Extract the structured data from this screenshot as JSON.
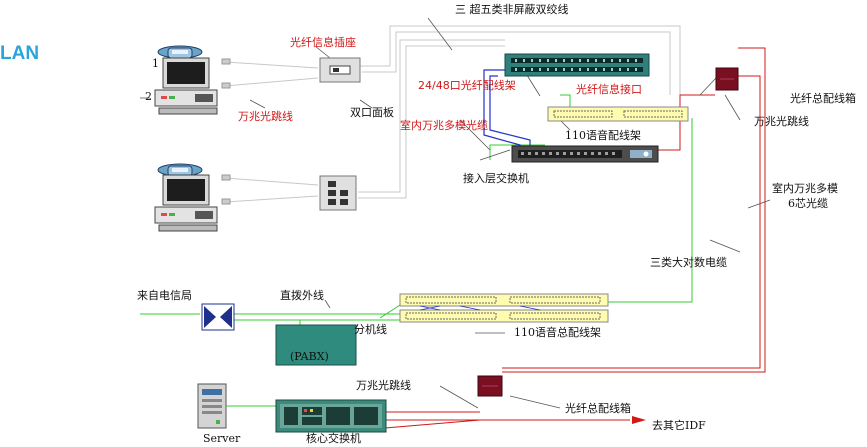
{
  "page_title": "LAN",
  "labels": {
    "cat5_utp": "三 超五类非屏蔽双绞线",
    "fiber_outlet": "光纤信息插座",
    "port_patch_panel": "24/48口光纤配线架",
    "fiber_interface": "光纤信息接口",
    "dual_faceplate": "双口面板",
    "gigabit_patch_left": "万兆光跳线",
    "indoor_multimode": "室内万兆多模光缆",
    "voice_frame_110": "110语音配线架",
    "fiber_main_box_top": "光纤总配线箱",
    "gigabit_patch_right": "万兆光跳线",
    "access_switch": "接入层交换机",
    "indoor_6core_line1": "室内万兆多模",
    "indoor_6core_line2": "6芯光缆",
    "cat3_bulk": "三类大对数电缆",
    "telecom_in": "来自电信局",
    "direct_line": "直拨外线",
    "extension_line": "分机线",
    "pabx": "(PABX)",
    "voice_main_frame_110": "110语音总配线架",
    "gigabit_patch_bottom": "万兆光跳线",
    "fiber_main_box_bottom": "光纤总配线箱",
    "to_other_idf": "去其它IDF",
    "server": "Server",
    "core_switch": "核心交换机",
    "phone_callout": "1",
    "pc_callout": "2"
  },
  "colors": {
    "lan_blue": "#2aa5dc",
    "fiber_red": "#d01818",
    "green_cable": "#33cc33",
    "blue_cable": "#2233cc",
    "patch_teal": "#2f7f7a",
    "panel_yellow": "#fffcb0",
    "box_maroon": "#7a0f22",
    "pabx_teal": "#2e8b7e"
  },
  "icons": [
    "telephone-icon",
    "computer-icon",
    "server-icon",
    "fiber-box-icon",
    "switch-icon",
    "patch-panel-icon",
    "faceplate-icon",
    "crossover-icon"
  ]
}
